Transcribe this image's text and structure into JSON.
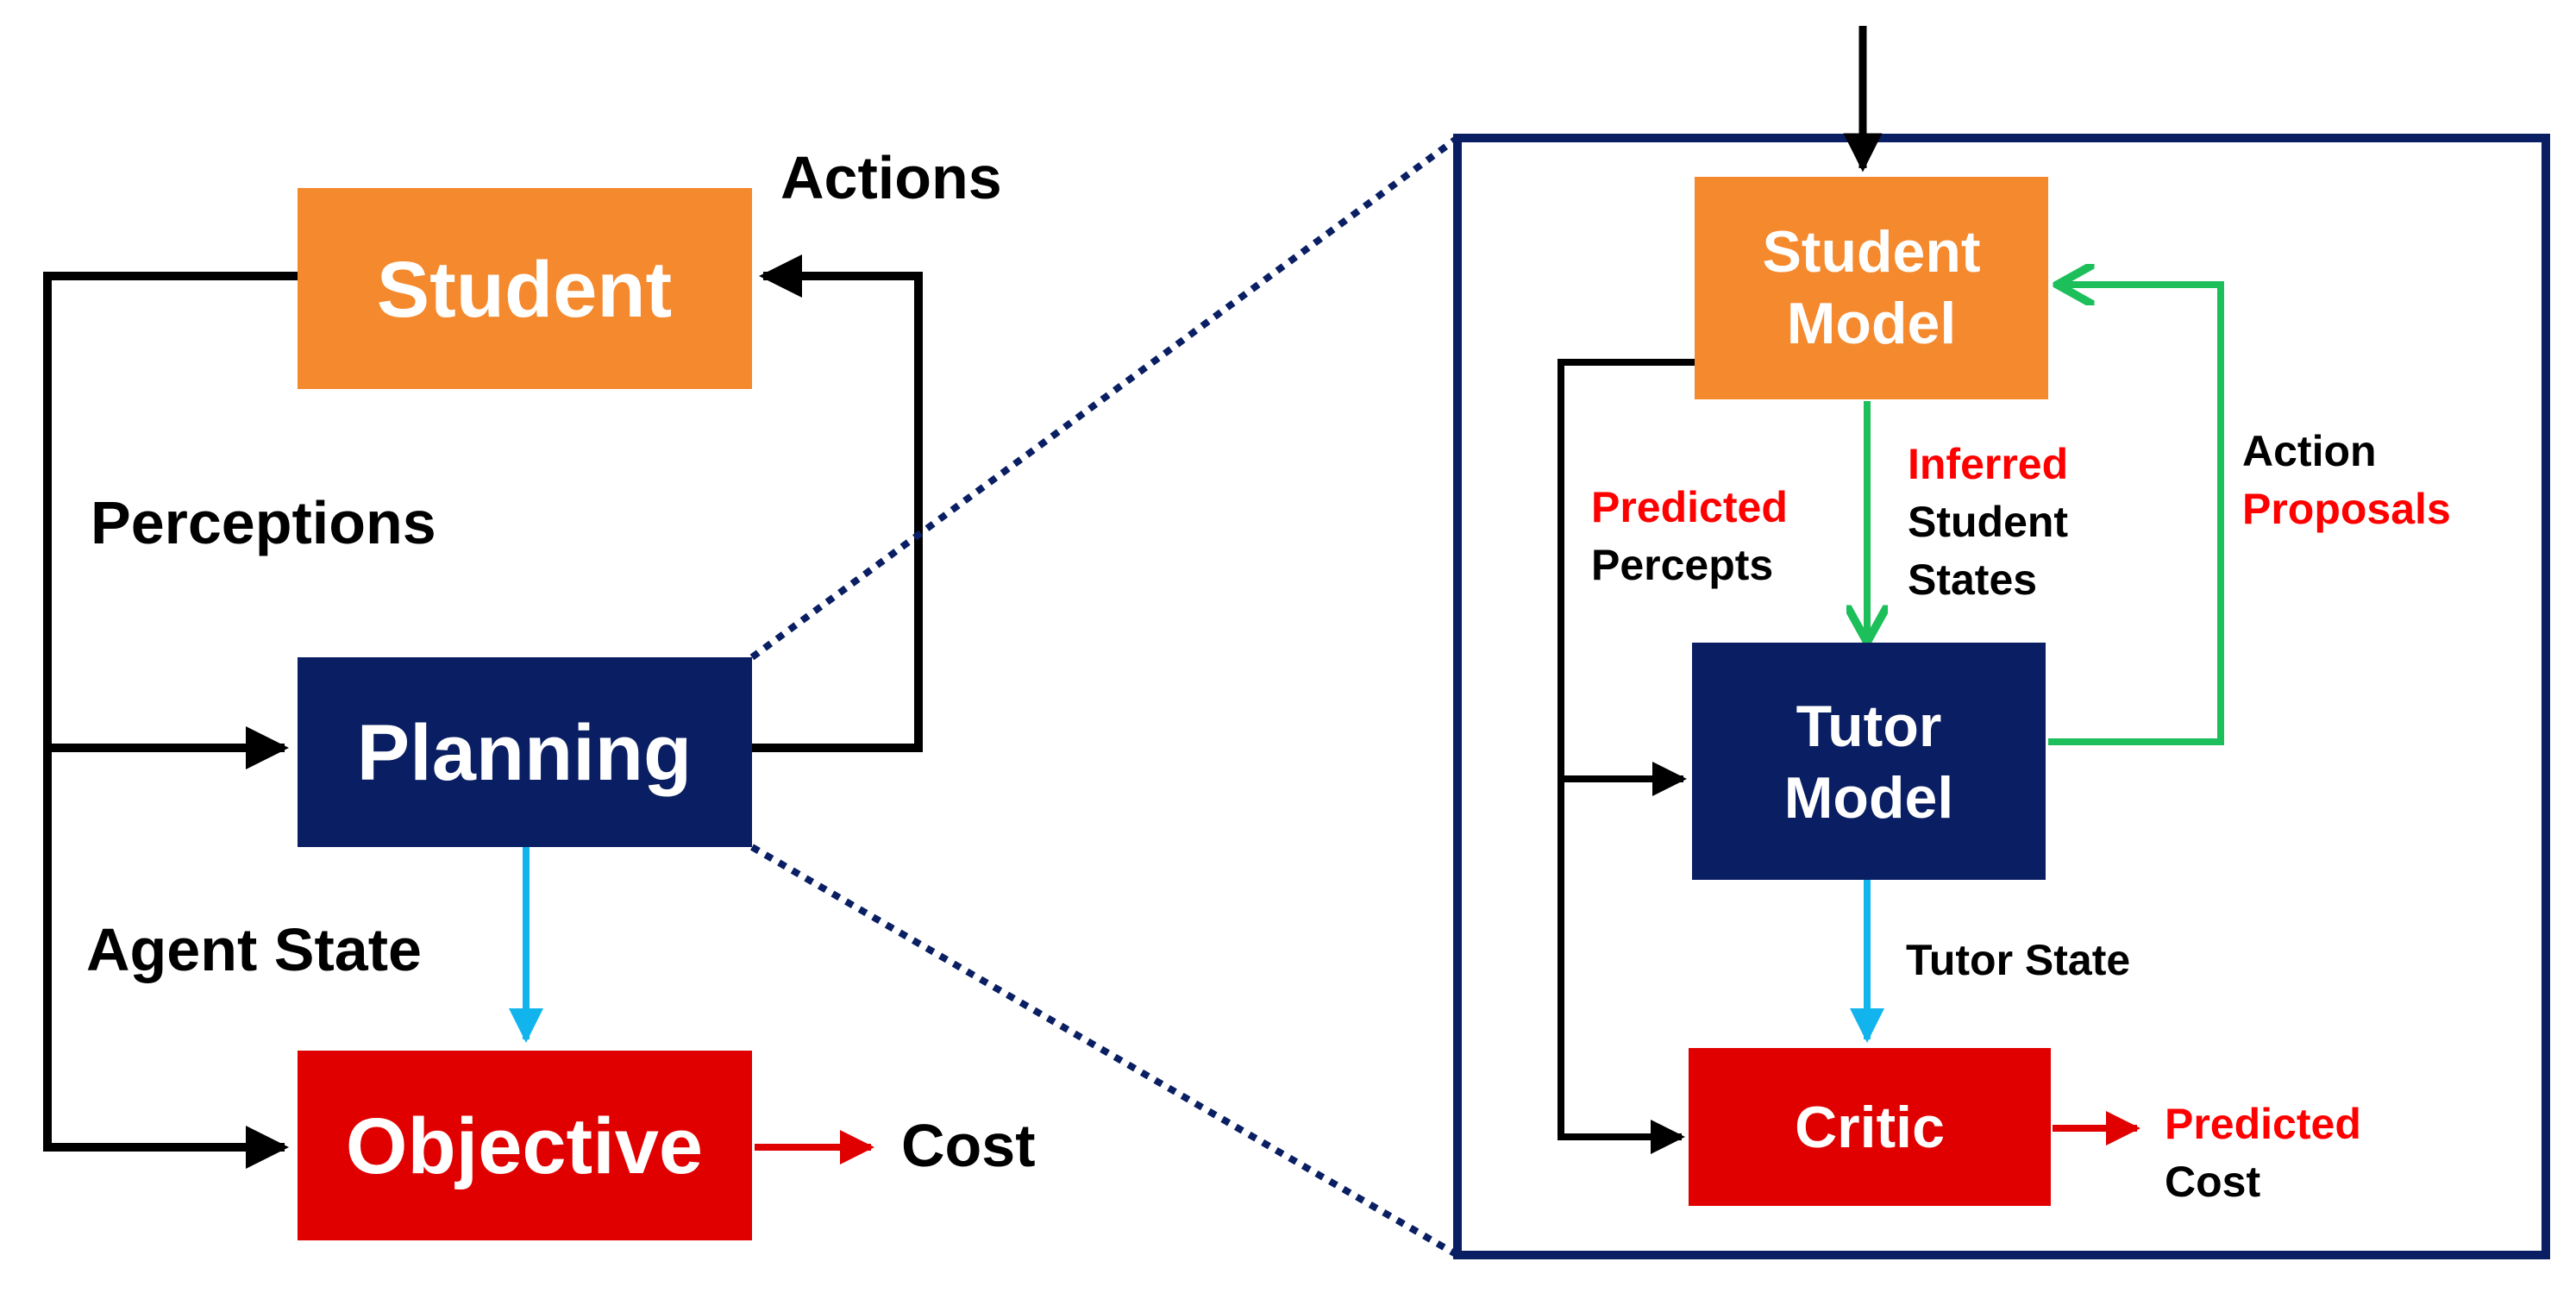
{
  "colors": {
    "orange": "#f5892e",
    "navy": "#0a1f63",
    "red": "#e00000",
    "black": "#000000",
    "blue_arrow": "#12b4ee",
    "green_arrow": "#1dbf5a",
    "red_text": "#ff0000",
    "frame": "#0a1f63"
  },
  "left": {
    "student": "Student",
    "planning": "Planning",
    "objective": "Objective",
    "actions": "Actions",
    "perceptions": "Perceptions",
    "agent_state": "Agent State",
    "cost": "Cost"
  },
  "right": {
    "student_model": [
      "Student",
      "Model"
    ],
    "tutor_model": [
      "Tutor",
      "Model"
    ],
    "critic": "Critic",
    "predicted_percepts": {
      "highlight": "Predicted",
      "rest": "Percepts"
    },
    "inferred_student_states": {
      "highlight": "Inferred",
      "rest1": "Student",
      "rest2": "States"
    },
    "action_proposals": {
      "plain": "Action",
      "highlight": "Proposals"
    },
    "tutor_state": "Tutor State",
    "predicted_cost": {
      "highlight": "Predicted",
      "rest": "Cost"
    }
  }
}
